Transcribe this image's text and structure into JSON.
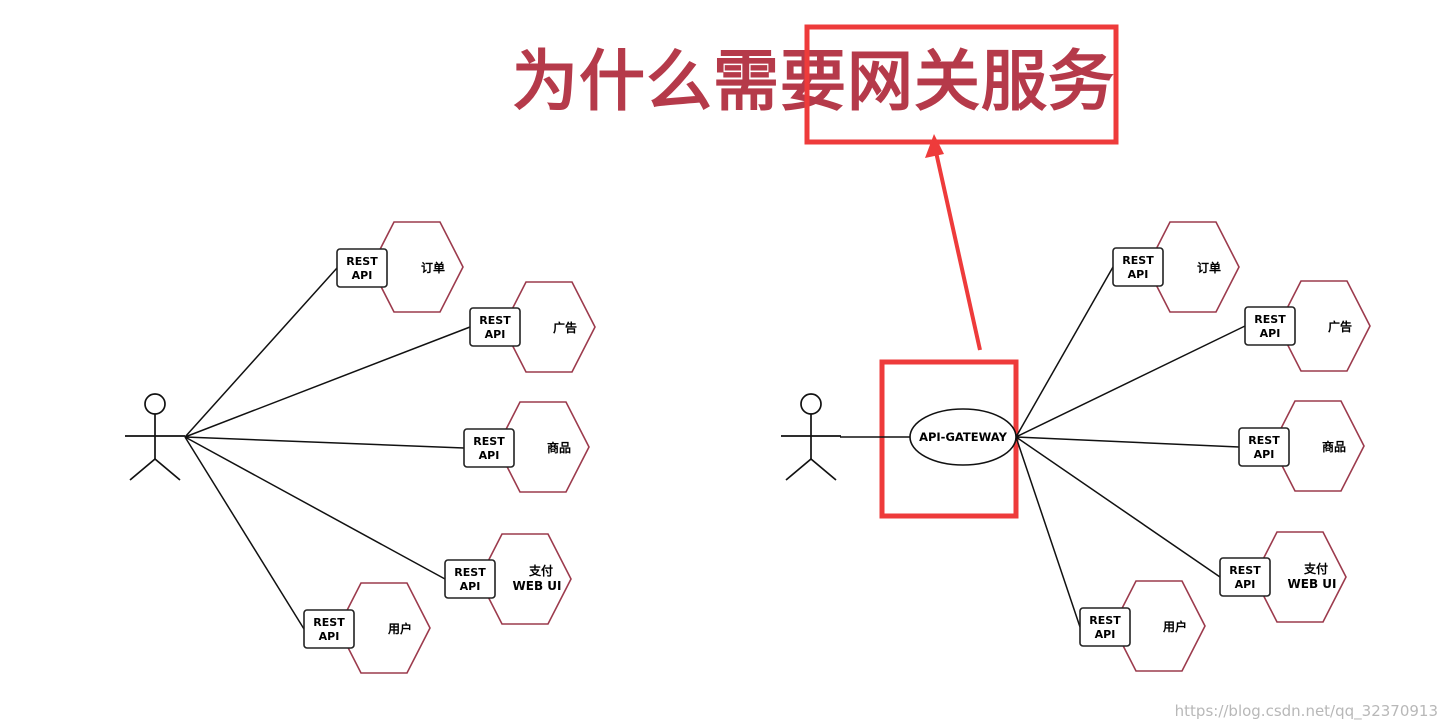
{
  "title": "为什么需要网关服务",
  "watermark": "https://blog.csdn.net/qq_32370913",
  "api_box_label_line1": "REST",
  "api_box_label_line2": "API",
  "gateway_label": "API-GATEWAY",
  "services": [
    {
      "line1": "订单",
      "line2": ""
    },
    {
      "line1": "广告",
      "line2": ""
    },
    {
      "line1": "商品",
      "line2": ""
    },
    {
      "line1": "支付",
      "line2": "WEB UI"
    },
    {
      "line1": "用户",
      "line2": ""
    }
  ],
  "colors": {
    "title": "#b53a4a",
    "hexagon_stroke": "#9c3b4d",
    "highlight": "#ee3b3b",
    "watermark": "#b8b8b8"
  }
}
